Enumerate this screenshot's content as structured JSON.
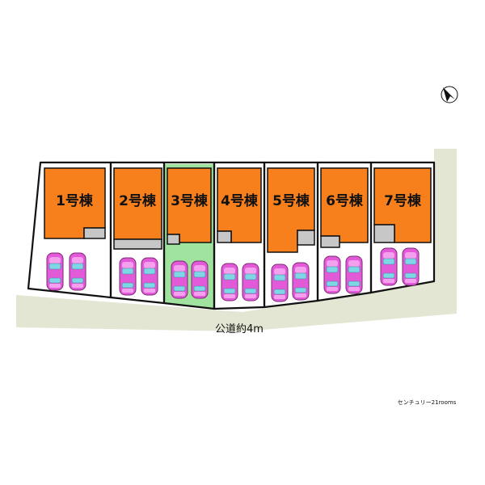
{
  "colors": {
    "background": "#ffffff",
    "road": "#e3e6d3",
    "building": "#f77f1c",
    "outline": "#111111",
    "highlight_lot": "#9fe39f",
    "driveway": "#c7c7c7",
    "car_body": "#e35ad8",
    "car_light": "#f4a0ee",
    "car_window": "#7fd6e6"
  },
  "icons": [
    "north-arrow-icon",
    "car-icon"
  ],
  "lots": [
    {
      "label": "1号棟",
      "highlighted": false
    },
    {
      "label": "2号棟",
      "highlighted": false
    },
    {
      "label": "3号棟",
      "highlighted": true
    },
    {
      "label": "4号棟",
      "highlighted": false
    },
    {
      "label": "5号棟",
      "highlighted": false
    },
    {
      "label": "6号棟",
      "highlighted": false
    },
    {
      "label": "7号棟",
      "highlighted": false
    }
  ],
  "road_label": "公道約4m",
  "credit": "センチュリー21rooms"
}
